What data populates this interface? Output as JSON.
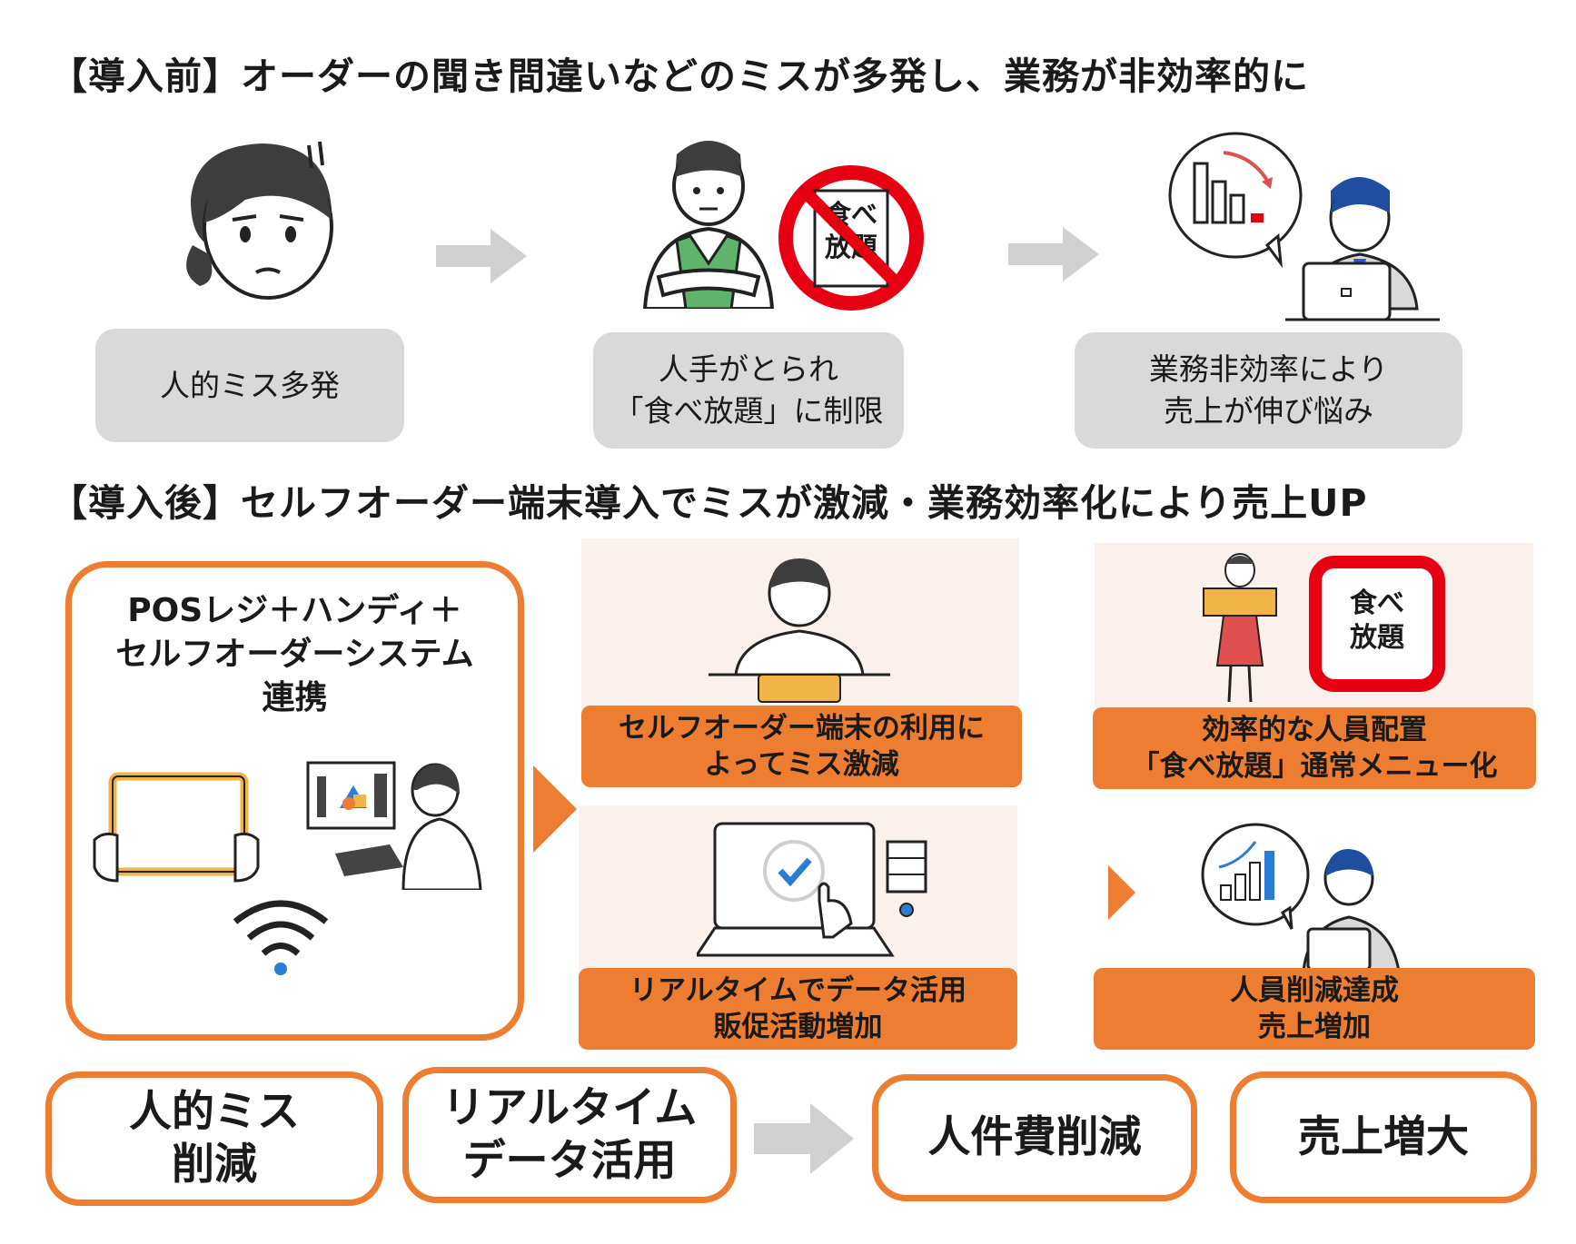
{
  "before": {
    "heading": "【導入前】オーダーの聞き間違いなどのミスが多発し、業務が非効率的に",
    "steps": [
      {
        "lines": [
          "人的ミス多発"
        ]
      },
      {
        "lines": [
          "人手がとられ",
          "「食べ放題」に制限"
        ]
      },
      {
        "lines": [
          "業務非効率により",
          "売上が伸び悩み"
        ]
      }
    ],
    "badge_text": [
      "食べ",
      "放題"
    ]
  },
  "after": {
    "heading": "【導入後】セルフオーダー端末導入でミスが激減・業務効率化により売上UP",
    "system": {
      "lines": [
        "POSレジ＋ハンディ＋",
        "セルフオーダーシステム",
        "連携"
      ]
    },
    "results": [
      {
        "lines": [
          "セルフオーダー端末の利用に",
          "よってミス激減"
        ]
      },
      {
        "lines": [
          "効率的な人員配置",
          "「食べ放題」通常メニュー化"
        ]
      },
      {
        "lines": [
          "リアルタイムでデータ活用",
          "販促活動増加"
        ]
      },
      {
        "lines": [
          "人員削減達成",
          "売上増加"
        ]
      }
    ],
    "badge_text": [
      "食べ",
      "放題"
    ]
  },
  "outcomes": [
    {
      "lines": [
        "人的ミス",
        "削減"
      ]
    },
    {
      "lines": [
        "リアルタイム",
        "データ活用"
      ]
    },
    {
      "lines": [
        "人件費削減"
      ]
    },
    {
      "lines": [
        "売上増大"
      ]
    }
  ],
  "colors": {
    "accent": "#ed7d31",
    "gray_box": "#d9d9d9",
    "panel": "#fbf1ec",
    "arrow_gray": "#d0d0d0",
    "prohibit_red": "#e60012",
    "check_blue": "#2b7cd3"
  }
}
